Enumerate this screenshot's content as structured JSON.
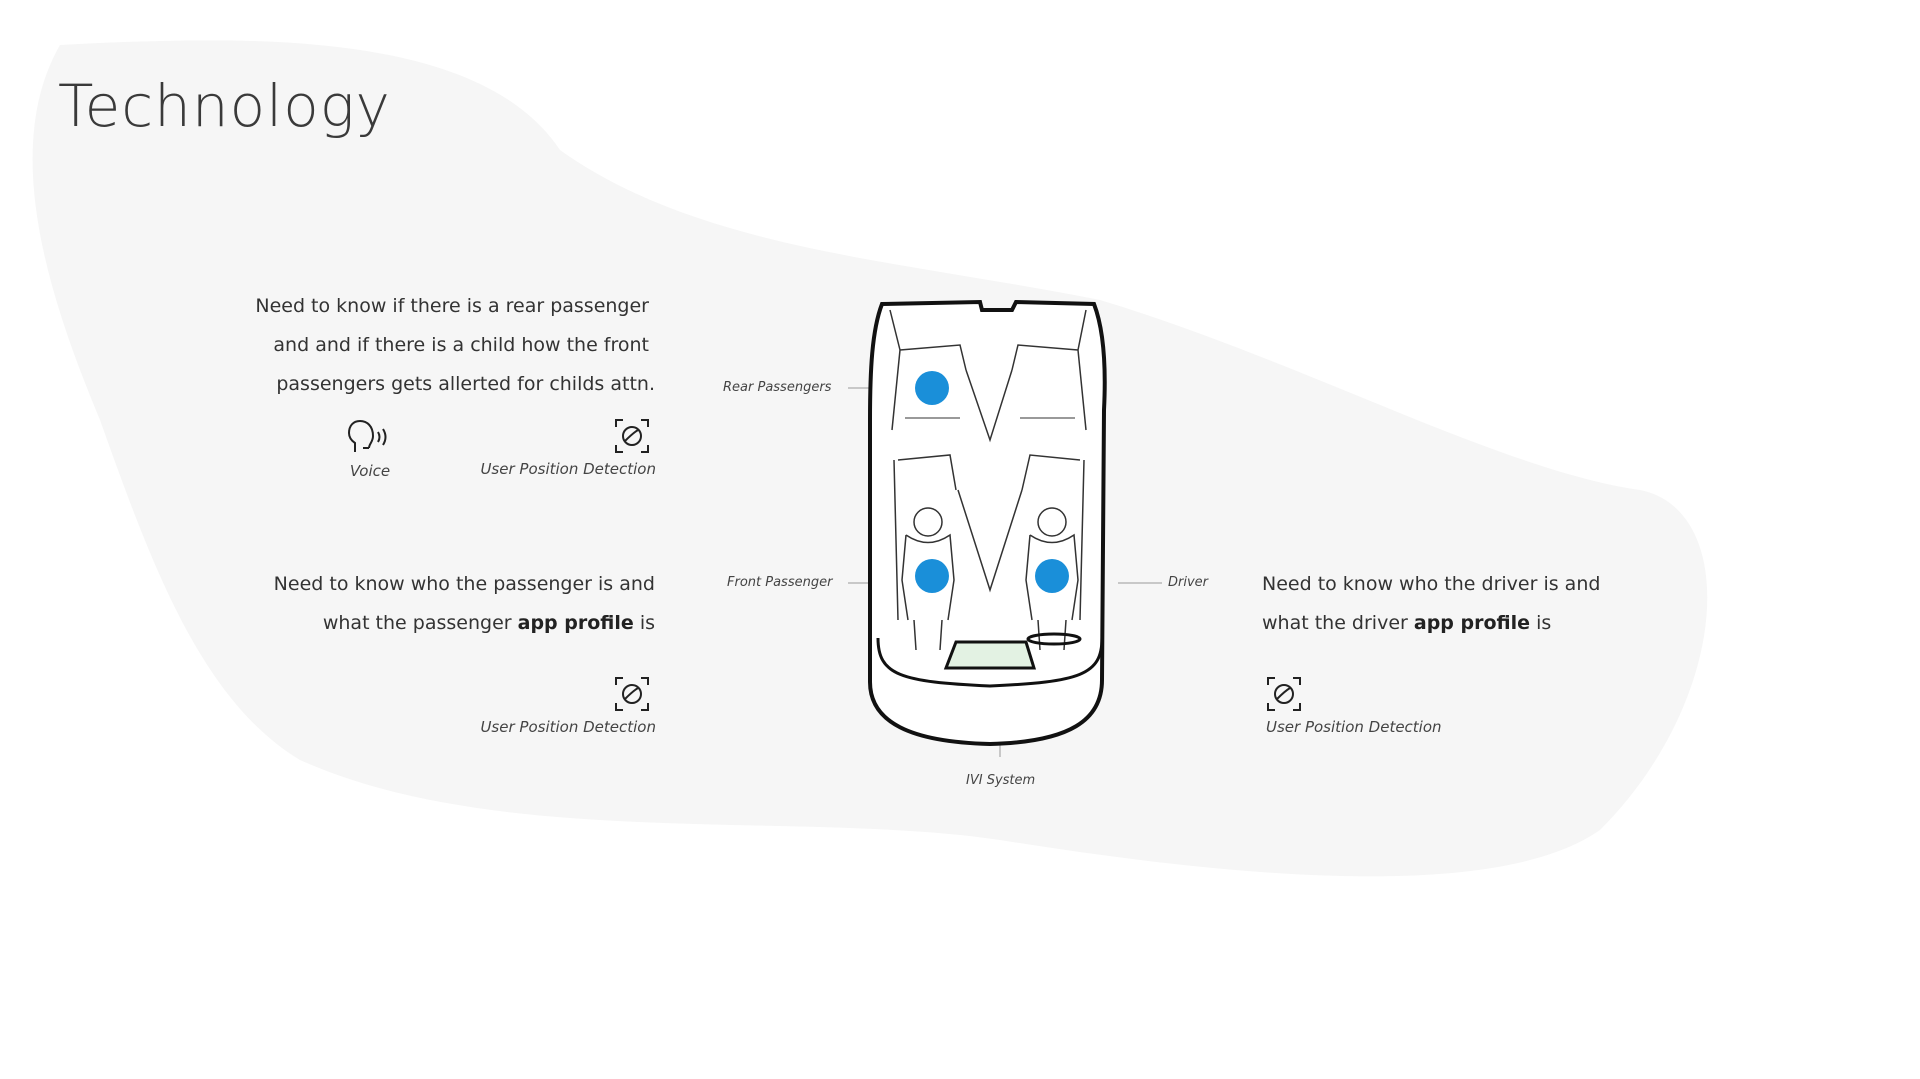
{
  "title": "Technology",
  "blocks": {
    "rear": {
      "lines": [
        "Need to know if there is a rear passenger",
        "and and if there is a child how the front",
        "passengers gets allerted for childs attn."
      ],
      "icons": [
        {
          "icon": "voice-icon",
          "label": "Voice"
        },
        {
          "icon": "user-position-detection-icon",
          "label": "User Position Detection"
        }
      ]
    },
    "passenger": {
      "line1": "Need to know who the passenger is and",
      "line2_prefix": "what the passenger ",
      "line2_bold": "app profile",
      "line2_suffix": " is",
      "icons": [
        {
          "icon": "user-position-detection-icon",
          "label": "User Position Detection"
        }
      ]
    },
    "driver": {
      "line1": "Need to know who the driver is and",
      "line2_prefix": "what the driver ",
      "line2_bold": "app profile",
      "line2_suffix": " is",
      "icons": [
        {
          "icon": "user-position-detection-icon",
          "label": "User Position Detection"
        }
      ]
    }
  },
  "diagram": {
    "labels": {
      "rear_passengers": "Rear Passengers",
      "front_passenger": "Front Passenger",
      "driver": "Driver",
      "ivi_system": "IVI System"
    },
    "colors": {
      "position_marker": "#1a8fd9",
      "ivi_screen_fill": "#e3f2e3",
      "outline": "#111111"
    }
  }
}
